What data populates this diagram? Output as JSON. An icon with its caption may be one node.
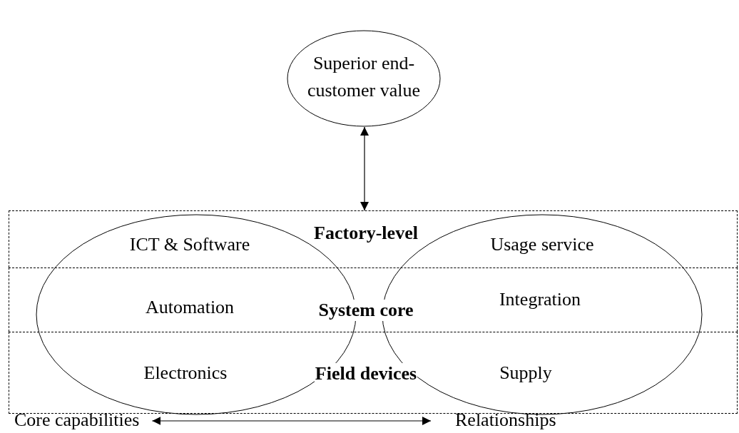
{
  "diagram": {
    "nodes": [
      {
        "text": [
          "Superior end-customer value"
        ]
      },
      {
        "text": [
          "Factory-level"
        ]
      },
      {
        "text": [
          "System core"
        ]
      },
      {
        "text": [
          "Field devices"
        ]
      },
      {
        "text": [],
        "shape": "ellipse"
      },
      {
        "text": [],
        "shape": "ellipse"
      },
      {
        "text": [
          "Core capabilities"
        ]
      },
      {
        "text": [
          "Relationships"
        ]
      }
    ],
    "edges": [
      {
        "from": 0,
        "to": 1,
        "arrow": "both"
      },
      {
        "from": 6,
        "to": 7,
        "arrow": "both"
      }
    ],
    "labels": [
      "ICT & Software",
      "Usage service",
      "Automation",
      "Integration",
      "Electronics",
      "Supply"
    ]
  }
}
